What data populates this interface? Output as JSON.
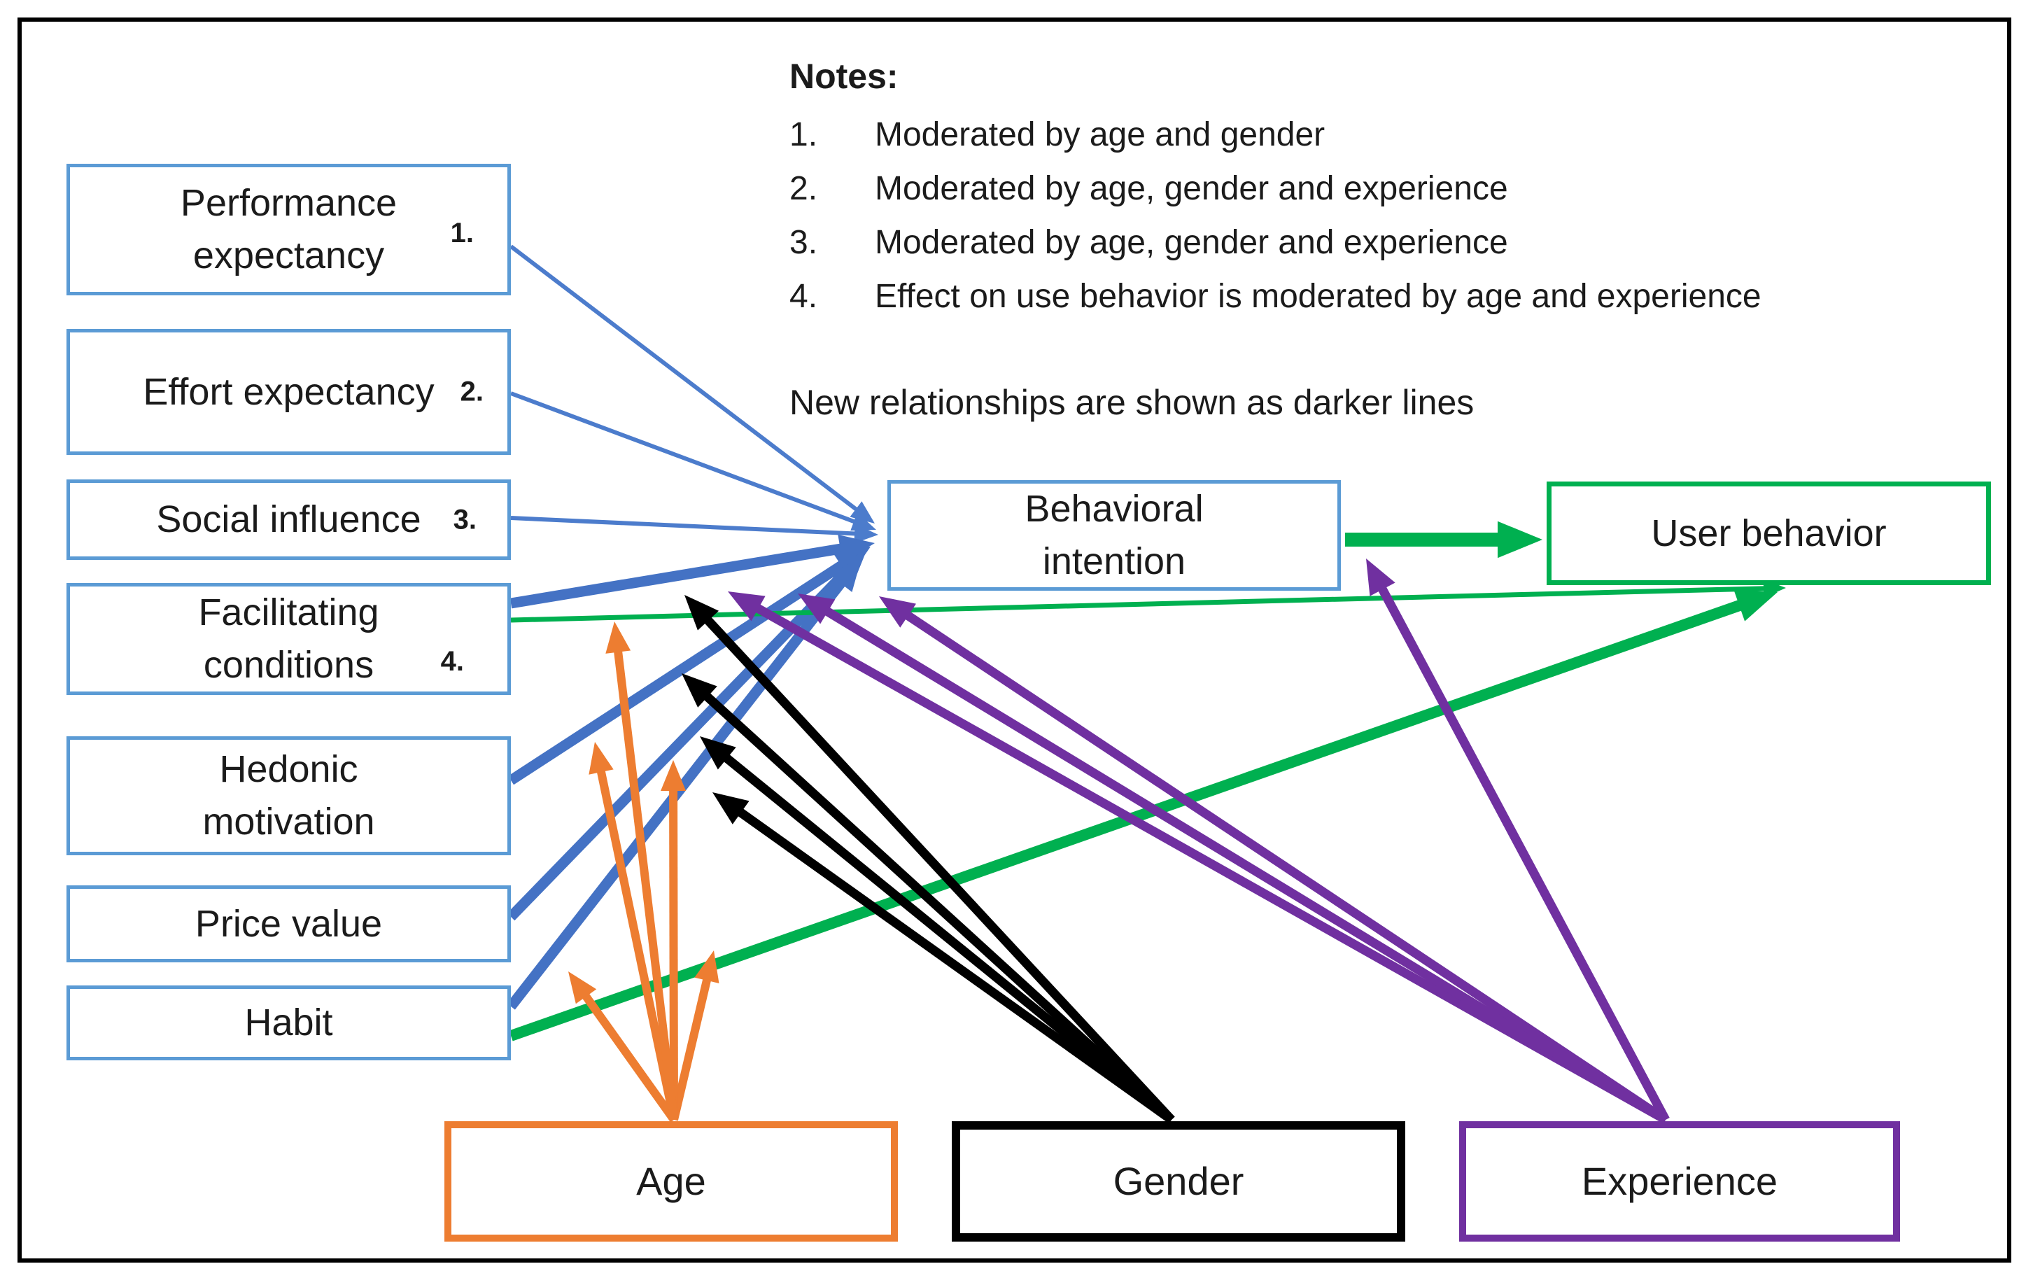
{
  "notes": {
    "title": "Notes:",
    "items": [
      {
        "num": "1.",
        "text": "Moderated by age and gender"
      },
      {
        "num": "2.",
        "text": "Moderated by age, gender and experience"
      },
      {
        "num": "3.",
        "text": "Moderated by age, gender and experience"
      },
      {
        "num": "4.",
        "text": "Effect on use behavior is moderated by age and experience"
      }
    ],
    "legend": "New relationships are shown as darker lines"
  },
  "boxes": {
    "performance_expectancy": {
      "label": "Performance\nexpectancy",
      "note_num": "1."
    },
    "effort_expectancy": {
      "label": "Effort expectancy",
      "note_num": "2."
    },
    "social_influence": {
      "label": "Social influence",
      "note_num": "3."
    },
    "facilitating_conditions": {
      "label": "Facilitating\nconditions",
      "note_num": "4."
    },
    "hedonic_motivation": {
      "label": "Hedonic\nmotivation"
    },
    "price_value": {
      "label": "Price value"
    },
    "habit": {
      "label": "Habit"
    },
    "behavioral_intention": {
      "label": "Behavioral\nintention"
    },
    "user_behavior": {
      "label": "User behavior"
    },
    "age": {
      "label": "Age"
    },
    "gender": {
      "label": "Gender"
    },
    "experience": {
      "label": "Experience"
    }
  },
  "palette": {
    "box_blue": "#5B9BD5",
    "line_blue_old": "#4C7CCC",
    "line_blue_new": "#4472C4",
    "green": "#00B050",
    "orange": "#ED7D31",
    "black": "#000000",
    "purple": "#7030A0"
  },
  "relationships": [
    {
      "id": "performance-to-intention",
      "from": "performance_expectancy",
      "to": "behavioral_intention",
      "color": "line_blue_old",
      "width": 6,
      "head": 34,
      "points": [
        730,
        352,
        1250,
        748
      ]
    },
    {
      "id": "effort-to-intention",
      "from": "effort_expectancy",
      "to": "behavioral_intention",
      "color": "line_blue_old",
      "width": 6,
      "head": 34,
      "points": [
        730,
        562,
        1252,
        757
      ]
    },
    {
      "id": "social-to-intention",
      "from": "social_influence",
      "to": "behavioral_intention",
      "color": "line_blue_old",
      "width": 6,
      "head": 34,
      "points": [
        730,
        740,
        1255,
        764
      ]
    },
    {
      "id": "facilitating-to-intention",
      "from": "facilitating_conditions",
      "to": "behavioral_intention",
      "color": "line_blue_new",
      "width": 15,
      "head": 50,
      "points": [
        730,
        862,
        1250,
        776
      ]
    },
    {
      "id": "hedonic-to-intention",
      "from": "hedonic_motivation",
      "to": "behavioral_intention",
      "color": "line_blue_new",
      "width": 15,
      "head": 50,
      "points": [
        730,
        1115,
        1244,
        781
      ]
    },
    {
      "id": "price-to-intention",
      "from": "price_value",
      "to": "behavioral_intention",
      "color": "line_blue_new",
      "width": 15,
      "head": 50,
      "points": [
        730,
        1310,
        1238,
        787
      ]
    },
    {
      "id": "habit-to-intention",
      "from": "habit",
      "to": "behavioral_intention",
      "color": "line_blue_new",
      "width": 15,
      "head": 50,
      "points": [
        730,
        1438,
        1232,
        794
      ]
    },
    {
      "id": "intention-to-behavior",
      "from": "behavioral_intention",
      "to": "user_behavior",
      "color": "green",
      "width": 20,
      "head": 64,
      "points": [
        1922,
        771,
        2204,
        771
      ]
    },
    {
      "id": "facilitating-to-behavior",
      "from": "facilitating_conditions",
      "to": "user_behavior",
      "color": "green",
      "width": 7,
      "head": 32,
      "points": [
        730,
        886,
        2552,
        840
      ]
    },
    {
      "id": "habit-to-behavior",
      "from": "habit",
      "to": "user_behavior",
      "color": "green",
      "width": 16,
      "head": 58,
      "points": [
        730,
        1480,
        2540,
        846
      ]
    },
    {
      "id": "age-mod-habit-intention",
      "from": "age",
      "to": "habit-to-intention line",
      "color": "orange",
      "width": 12,
      "head": 44,
      "points": [
        963,
        1600,
        812,
        1388
      ]
    },
    {
      "id": "age-mod-habit-behavior",
      "from": "age",
      "to": "habit-to-behavior line",
      "color": "orange",
      "width": 12,
      "head": 44,
      "points": [
        963,
        1600,
        1020,
        1358
      ]
    },
    {
      "id": "age-mod-hedonic",
      "from": "age",
      "to": "hedonic-to-intention line",
      "color": "orange",
      "width": 12,
      "head": 44,
      "points": [
        963,
        1600,
        850,
        1060
      ]
    },
    {
      "id": "age-mod-price",
      "from": "age",
      "to": "price-to-intention line",
      "color": "orange",
      "width": 12,
      "head": 44,
      "points": [
        963,
        1600,
        962,
        1086
      ]
    },
    {
      "id": "age-mod-facilitating-behavior",
      "from": "age",
      "to": "facilitating-to-behavior line",
      "color": "orange",
      "width": 12,
      "head": 44,
      "points": [
        963,
        1600,
        878,
        888
      ]
    },
    {
      "id": "gender-mod-1",
      "from": "gender",
      "to": "relationship lines",
      "color": "black",
      "width": 13,
      "head": 50,
      "points": [
        1674,
        1600,
        978,
        850
      ]
    },
    {
      "id": "gender-mod-2",
      "from": "gender",
      "to": "relationship lines",
      "color": "black",
      "width": 13,
      "head": 50,
      "points": [
        1674,
        1600,
        974,
        962
      ]
    },
    {
      "id": "gender-mod-3",
      "from": "gender",
      "to": "relationship lines",
      "color": "black",
      "width": 13,
      "head": 50,
      "points": [
        1674,
        1600,
        1000,
        1052
      ]
    },
    {
      "id": "gender-mod-4",
      "from": "gender",
      "to": "relationship lines",
      "color": "black",
      "width": 13,
      "head": 50,
      "points": [
        1674,
        1600,
        1018,
        1132
      ]
    },
    {
      "id": "experience-mod-intention-behavior",
      "from": "experience",
      "to": "intention-to-behavior line",
      "color": "purple",
      "width": 13,
      "head": 50,
      "points": [
        2380,
        1600,
        1952,
        798
      ]
    },
    {
      "id": "experience-mod-1",
      "from": "experience",
      "to": "relationship lines",
      "color": "purple",
      "width": 13,
      "head": 50,
      "points": [
        2380,
        1600,
        1040,
        845
      ]
    },
    {
      "id": "experience-mod-2",
      "from": "experience",
      "to": "relationship lines",
      "color": "purple",
      "width": 13,
      "head": 50,
      "points": [
        2380,
        1600,
        1140,
        848
      ]
    },
    {
      "id": "experience-mod-3",
      "from": "experience",
      "to": "relationship lines",
      "color": "purple",
      "width": 13,
      "head": 50,
      "points": [
        2380,
        1600,
        1256,
        852
      ]
    }
  ]
}
